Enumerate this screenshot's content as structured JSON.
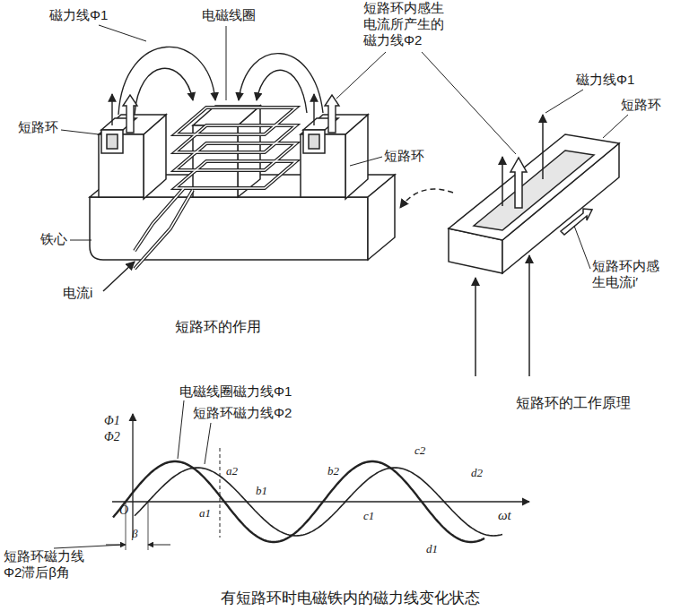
{
  "diagram": {
    "caption": "有短路环时电磁铁内的磁力线变化状态",
    "labels": [
      "磁力线Φ1",
      "电磁线圈",
      "短路环内感生电流所产生的磁力线Φ2",
      "磁力线Φ1",
      "短路环",
      "短路环",
      "短路环",
      "铁心",
      "电流i",
      "短路环的作用",
      "短路环内感生电流i′",
      "短路环的工作原理",
      "Φ1",
      "Φ2",
      "电磁线圈磁力线Φ1",
      "短路环磁力线Φ2",
      "O",
      "ωt",
      "a2",
      "a1",
      "b1",
      "b2",
      "c2",
      "c1",
      "d2",
      "d1",
      "β",
      "短路环磁力线Φ2滞后β角"
    ]
  }
}
